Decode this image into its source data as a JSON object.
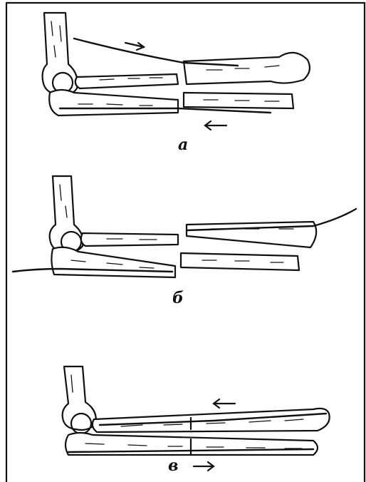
{
  "figure": {
    "panels": [
      {
        "caption": "a"
      },
      {
        "caption": "б"
      },
      {
        "caption": "в"
      }
    ]
  }
}
